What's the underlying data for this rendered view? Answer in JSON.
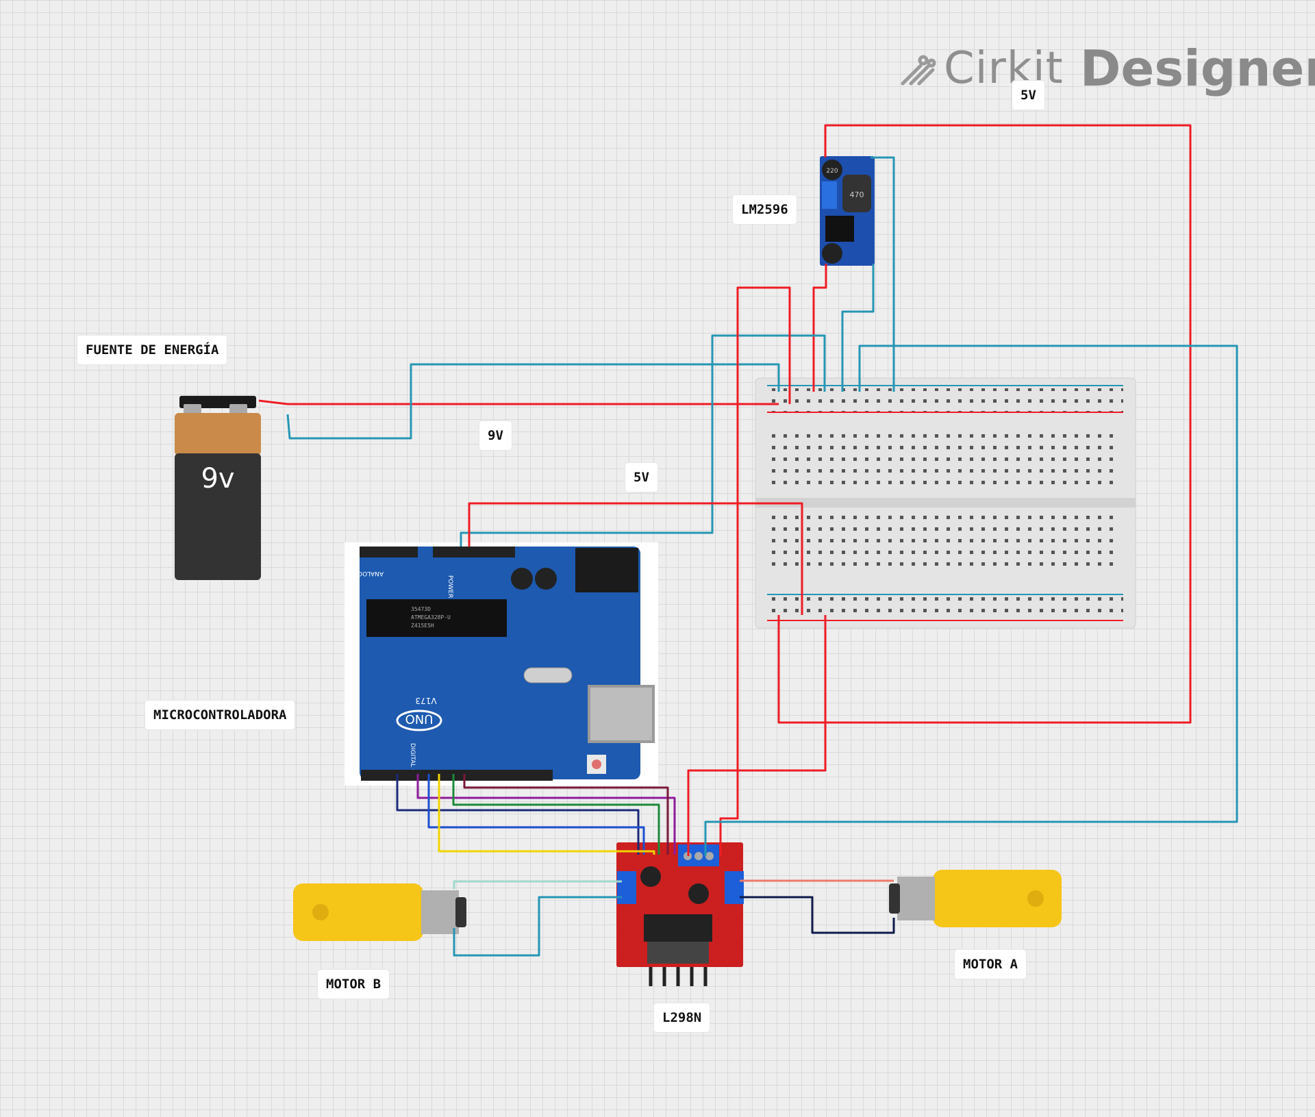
{
  "watermark": {
    "brand": "Cirkit",
    "product": "Designer"
  },
  "labels": {
    "power_source": "FUENTE DE ENERGÍA",
    "battery_voltage": "9V",
    "arduino_5v": "5V",
    "regulator_output": "5V",
    "regulator": "LM2596",
    "microcontroller": "MICROCONTROLADORA",
    "driver": "L298N",
    "motor_a": "MOTOR A",
    "motor_b": "MOTOR B"
  },
  "battery": {
    "text": "9v"
  },
  "arduino": {
    "model": "UNO",
    "version": "V173",
    "chip_line_1": "35473D",
    "chip_line_2": "ATMEGA328P-U",
    "chip_line_3": "Z415E5H",
    "power_header": "POWER",
    "analog_header": "ANALOG IN",
    "digital_header": "DIGITAL (PWM~)"
  },
  "regulator_board": {
    "cap_value": "220",
    "inductor_value": "470"
  },
  "wire_colors": {
    "red": "#ee1c24",
    "teal": "#2596b4",
    "navy": "#1b2a7a",
    "purple": "#8e1a9a",
    "green": "#1c8a3a",
    "blue": "#1c4fd0",
    "yellow": "#f2d400",
    "maroon": "#7a1a3a",
    "mint": "#9fd8cc",
    "salmon": "#f07a6a",
    "dark_navy": "#0e1a4a"
  },
  "colors": {
    "breadboard": "#e6e6e6",
    "arduino_board": "#1d5ab0",
    "l298n_board": "#cc1f1f",
    "lm2596_board": "#1d4fae",
    "motor_yellow": "#f5c518",
    "battery_top": "#c98a4a",
    "battery_body": "#333333"
  }
}
